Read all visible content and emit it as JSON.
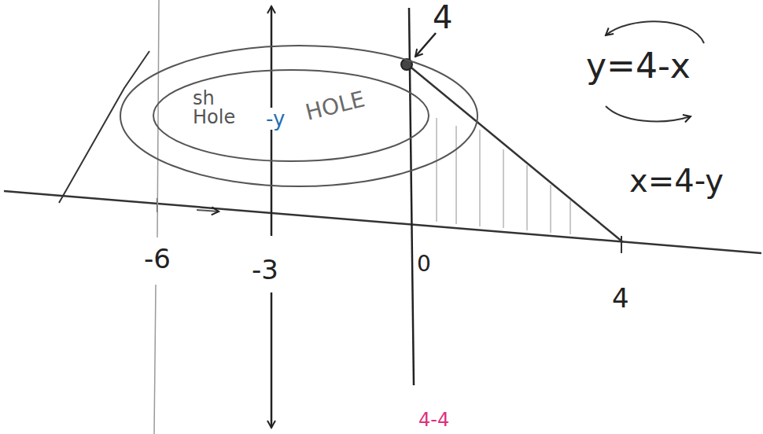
{
  "diagram": {
    "nodes": [
      {
        "text": [
          "sh Hole",
          "-y",
          "HOLE"
        ]
      }
    ],
    "labels": [
      "4",
      "y=4-x",
      "x=4-y",
      "-6",
      "-3",
      "0",
      "4",
      "4-4"
    ]
  }
}
